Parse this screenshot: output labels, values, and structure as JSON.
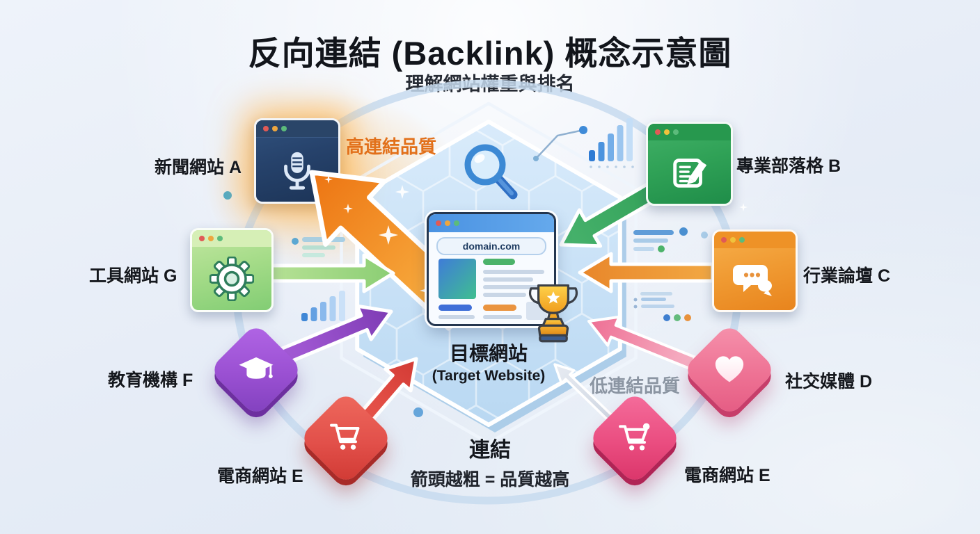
{
  "title": "反向連結 (Backlink) 概念示意圖",
  "subtitle": "理解網站權重與排名",
  "target": {
    "domain": "domain.com",
    "label": "目標網站",
    "label_en": "(Target Website)"
  },
  "nodes": [
    {
      "label": "新聞網站 A",
      "icon": "microphone-icon",
      "quality": "high",
      "color": "#26426b",
      "arrow_color": "#f08a1e"
    },
    {
      "label": "專業部落格 B",
      "icon": "edit-document-icon",
      "quality": "high",
      "color": "#2fa156",
      "arrow_color": "#35a35b"
    },
    {
      "label": "工具網站 G",
      "icon": "gear-icon",
      "quality": "medium",
      "color": "#a3db87",
      "arrow_color": "#9ed687"
    },
    {
      "label": "行業論壇 C",
      "icon": "chat-bubbles-icon",
      "quality": "medium",
      "color": "#f09a32",
      "arrow_color": "#ec9435"
    },
    {
      "label": "教育機構 F",
      "icon": "graduation-cap-icon",
      "quality": "medium",
      "color": "#9a50d2",
      "arrow_color": "#914ac8"
    },
    {
      "label": "社交媒體 D",
      "icon": "heart-icon",
      "quality": "low",
      "color": "#ee7294",
      "arrow_color": "#f29cb4"
    },
    {
      "label": "電商網站 E",
      "icon": "shopping-cart-icon",
      "quality": "low",
      "color": "#e2504a",
      "arrow_color": "#e04c42"
    },
    {
      "label": "電商網站 E",
      "icon": "shopping-cart-icon",
      "quality": "low",
      "color": "#ea4d80",
      "arrow_color": "#d8dde6"
    }
  ],
  "annotations": {
    "high_quality": "高連結品質",
    "low_quality": "低連結品質"
  },
  "legend": {
    "title": "連結",
    "description": "箭頭越粗 = 品質越高"
  }
}
